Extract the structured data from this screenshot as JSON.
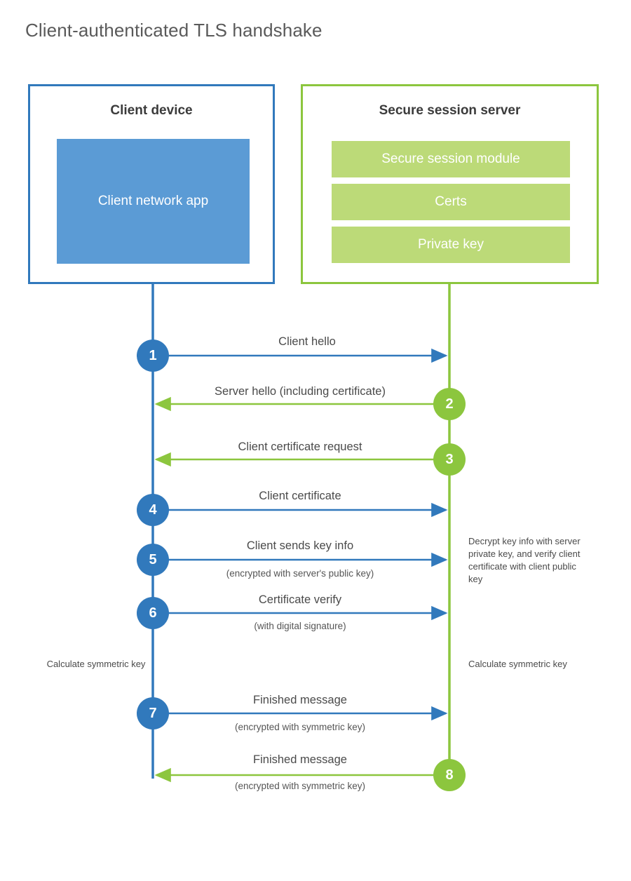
{
  "title": "Client-authenticated TLS handshake",
  "colors": {
    "client_accent": "#3179BC",
    "client_app_fill": "#5B9BD5",
    "server_accent": "#8CC63E",
    "server_module_fill": "#BCDA78",
    "title_text": "#5a5a5a",
    "body_text": "#4a4a4a",
    "background": "#ffffff"
  },
  "actors": {
    "client": {
      "title": "Client device",
      "app_label": "Client network app"
    },
    "server": {
      "title": "Secure session server",
      "modules": [
        {
          "label": "Secure session module"
        },
        {
          "label": "Certs"
        },
        {
          "label": "Private key"
        }
      ]
    }
  },
  "steps": [
    {
      "number": "1",
      "label": "Client hello",
      "sub": "",
      "direction": "client-to-server",
      "origin": "client"
    },
    {
      "number": "2",
      "label": "Server hello (including certificate)",
      "sub": "",
      "direction": "server-to-client",
      "origin": "server"
    },
    {
      "number": "3",
      "label": "Client certificate request",
      "sub": "",
      "direction": "server-to-client",
      "origin": "server"
    },
    {
      "number": "4",
      "label": "Client certificate",
      "sub": "",
      "direction": "client-to-server",
      "origin": "client"
    },
    {
      "number": "5",
      "label": "Client sends key info",
      "sub": "(encrypted with server's public key)",
      "direction": "client-to-server",
      "origin": "client"
    },
    {
      "number": "6",
      "label": "Certificate verify",
      "sub": "(with digital signature)",
      "direction": "client-to-server",
      "origin": "client"
    },
    {
      "number": "7",
      "label": "Finished message",
      "sub": "(encrypted with symmetric key)",
      "direction": "client-to-server",
      "origin": "client"
    },
    {
      "number": "8",
      "label": "Finished message",
      "sub": "(encrypted with symmetric key)",
      "direction": "server-to-client",
      "origin": "server"
    }
  ],
  "notes": {
    "server_decrypt": "Decrypt key info with server private key, and verify client certificate with client public key",
    "client_calculate": "Calculate symmetric key",
    "server_calculate": "Calculate symmetric key"
  }
}
